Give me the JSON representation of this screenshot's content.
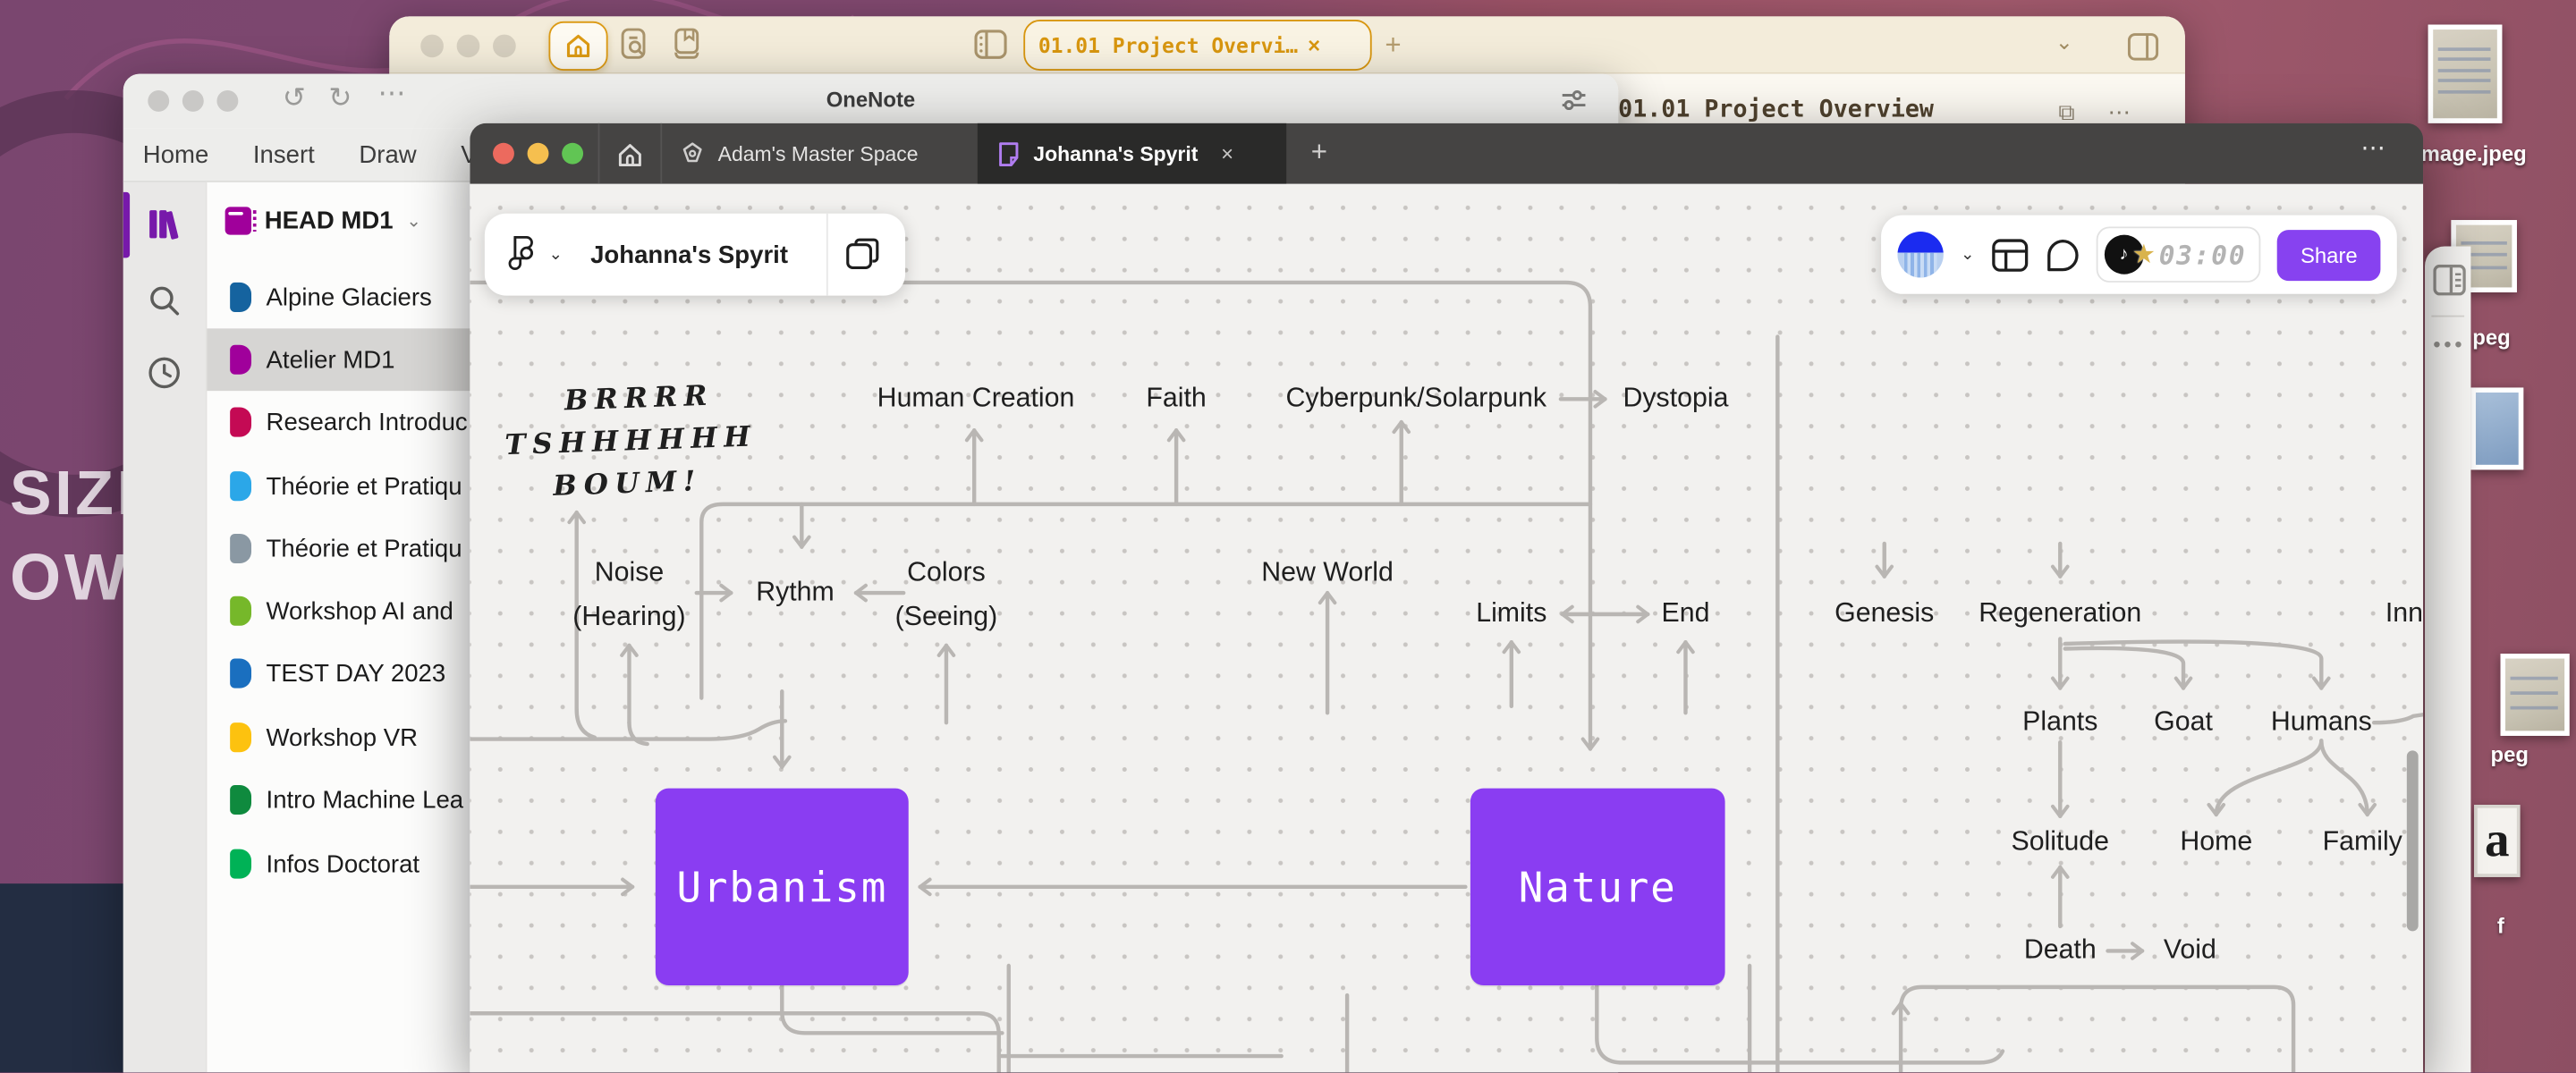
{
  "wallpaper": {
    "word1": "SIZE",
    "word2": "OW"
  },
  "browser": {
    "tab_title": "01.01 Project Overvi…",
    "tab_close": "×",
    "new_tab": "+",
    "chevron": "⌄",
    "page_title": "01.01 Project Overview",
    "accent": "#d8960f"
  },
  "onenote": {
    "window_title": "OneNote",
    "undo": "↺",
    "redo": "↻",
    "more": "⋯",
    "menu": {
      "home": "Home",
      "insert": "Insert",
      "draw": "Draw",
      "view": "View"
    },
    "notebook": {
      "label": "HEAD MD1",
      "chevron": "⌄",
      "color": "#a0009b"
    },
    "sections": [
      {
        "label": "Alpine Glaciers",
        "color": "#15639f"
      },
      {
        "label": "Atelier MD1",
        "color": "#a0009b"
      },
      {
        "label": "Research Introduc",
        "color": "#c40a54"
      },
      {
        "label": "Théorie et Pratiqu",
        "color": "#2ba7e8"
      },
      {
        "label": "Théorie et Pratiqu",
        "color": "#8a98a3"
      },
      {
        "label": "Workshop AI and",
        "color": "#76b82a"
      },
      {
        "label": "TEST DAY 2023",
        "color": "#1a6fbf"
      },
      {
        "label": "Workshop VR",
        "color": "#fdc20f"
      },
      {
        "label": "Intro Machine Lea",
        "color": "#0f8a3e"
      },
      {
        "label": "Infos Doctorat",
        "color": "#00b256"
      }
    ]
  },
  "figma": {
    "tab_inactive": "Adam's Master Space",
    "tab_active": "Johanna's Spyrit",
    "tab_close": "×",
    "new_tab": "+",
    "more": "⋯",
    "file_name": "Johanna's Spyrit",
    "timer": "03:00",
    "share_label": "Share",
    "accent": "#8a3df2",
    "nodes": {
      "brrrr1": "BRRRR",
      "brrrr2": "TSHHHHHH",
      "brrrr3": "BOUM!",
      "human_creation": "Human Creation",
      "faith": "Faith",
      "cyberpunk": "Cyberpunk/Solarpunk",
      "dystopia": "Dystopia",
      "noise": "Noise",
      "noise_sub": "(Hearing)",
      "rythm": "Rythm",
      "colors": "Colors",
      "colors_sub": "(Seeing)",
      "new_world": "New World",
      "limits": "Limits",
      "end": "End",
      "genesis": "Genesis",
      "regeneration": "Regeneration",
      "inno": "Inno",
      "plants": "Plants",
      "goat": "Goat",
      "humans": "Humans",
      "solitude": "Solitude",
      "home": "Home",
      "family": "Family",
      "death": "Death",
      "void": "Void"
    },
    "boxes": {
      "urbanism": "Urbanism",
      "nature": "Nature"
    }
  },
  "desktop_files": {
    "file1_label": "image.jpeg",
    "file2_label": "peg",
    "file3_label": "peg",
    "file4_label": "f",
    "letter_glyph": "a",
    "panel_dots": "•••"
  }
}
